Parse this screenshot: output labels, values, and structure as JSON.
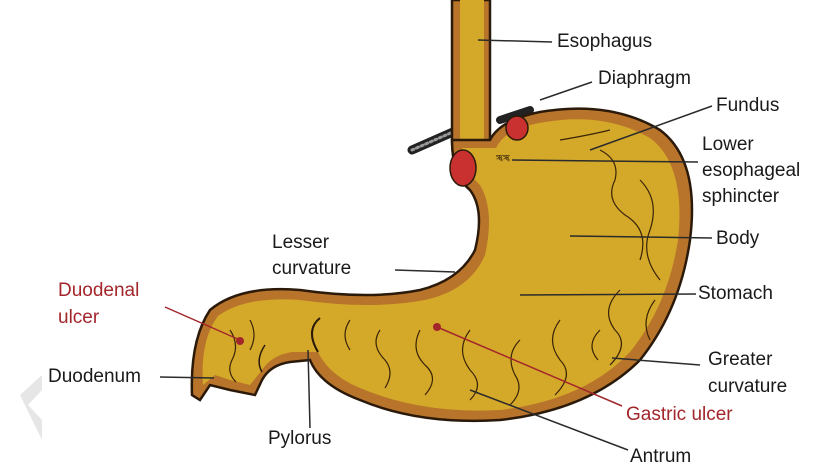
{
  "labels": {
    "esophagus": "Esophagus",
    "diaphragm": "Diaphragm",
    "fundus": "Fundus",
    "les_line1": "Lower",
    "les_line2": "esophageal",
    "les_line3": "sphincter",
    "body": "Body",
    "stomach": "Stomach",
    "greater_line1": "Greater",
    "greater_line2": "curvature",
    "gastric_ulcer": "Gastric ulcer",
    "antrum": "Antrum",
    "pylorus": "Pylorus",
    "duodenum": "Duodenum",
    "duodenal_line1": "Duodenal",
    "duodenal_line2": "ulcer",
    "lesser_line1": "Lesser",
    "lesser_line2": "curvature"
  },
  "colors": {
    "stomach_fill": "#d4a92a",
    "wall": "#b8742a",
    "outline": "#2b1a0a",
    "ulcer_red": "#a3262b",
    "sphincter_red": "#c8312f"
  }
}
